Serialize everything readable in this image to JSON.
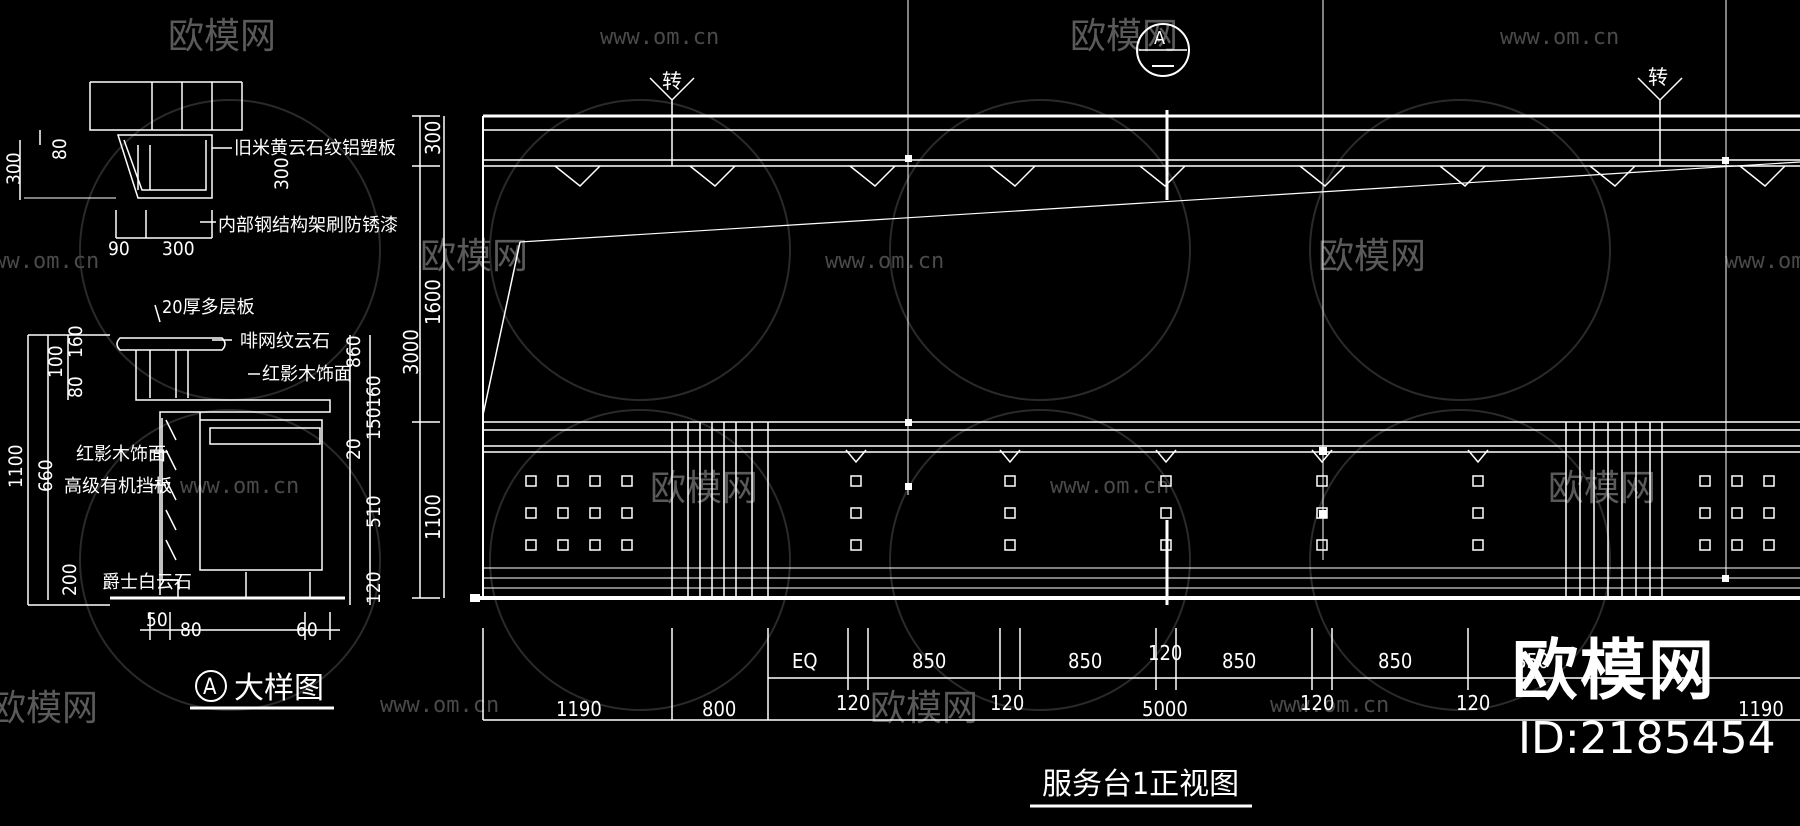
{
  "watermark": {
    "brand": "欧模网",
    "url": "www.om.cn"
  },
  "detail": {
    "title_mark": "A",
    "title": "大样图",
    "callouts": [
      "旧米黄云石纹铝塑板",
      "内部钢结构架刷防锈漆",
      "20厚多层板",
      "啡网纹云石",
      "红影木饰面",
      "红影木饰面",
      "高级有机挡板",
      "爵士白云石"
    ],
    "dims_top": [
      "300",
      "80",
      "300",
      "90",
      "300"
    ],
    "dims_bottom": [
      "100",
      "160",
      "80",
      "1100",
      "660",
      "200",
      "860",
      "160",
      "150",
      "20",
      "510",
      "120",
      "50",
      "80",
      "60"
    ]
  },
  "elevation": {
    "section_mark": "A",
    "turn_label": "转",
    "left_dims": [
      "300",
      "1600",
      "3000",
      "1100"
    ],
    "top_row": [
      "EQ",
      "850",
      "850",
      "120",
      "850",
      "850",
      "850"
    ],
    "bottom_row": [
      "1190",
      "800",
      "120",
      "120",
      "5000",
      "120",
      "120",
      "1190"
    ],
    "title": "服务台1正视图"
  },
  "brand": {
    "name": "欧模网",
    "id": "ID:2185454"
  }
}
